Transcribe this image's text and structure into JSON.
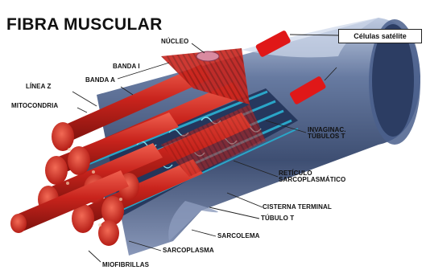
{
  "title": "FIBRA MUSCULAR",
  "callout": "Células satélite",
  "labels": {
    "nucleo": "NÚCLEO",
    "banda_i": "BANDA I",
    "banda_a": "BANDA A",
    "linea_z": "LÍNEA Z",
    "mitocondria": "MITOCONDRIA",
    "invaginac": "INVAGINAC.\nTÚBULOS T",
    "reticulo": "RETÍCULO\nSARCOPLASMÁTICO",
    "cisterna": "CISTERNA TERMINAL",
    "tubulo_t": "TÚBULO T",
    "sarcolema": "SARCOLEMA",
    "sarcoplasma": "SARCOPLASMA",
    "miofibrillas": "MIOFIBRILLAS"
  },
  "colors": {
    "sheath": "#3f5580",
    "sheath_light": "#9fb0d0",
    "myofibril": "#c8231c",
    "myofibril_light": "#e2453a",
    "reticulum": "#2aa6c8",
    "satellite_cell": "#e01818"
  }
}
